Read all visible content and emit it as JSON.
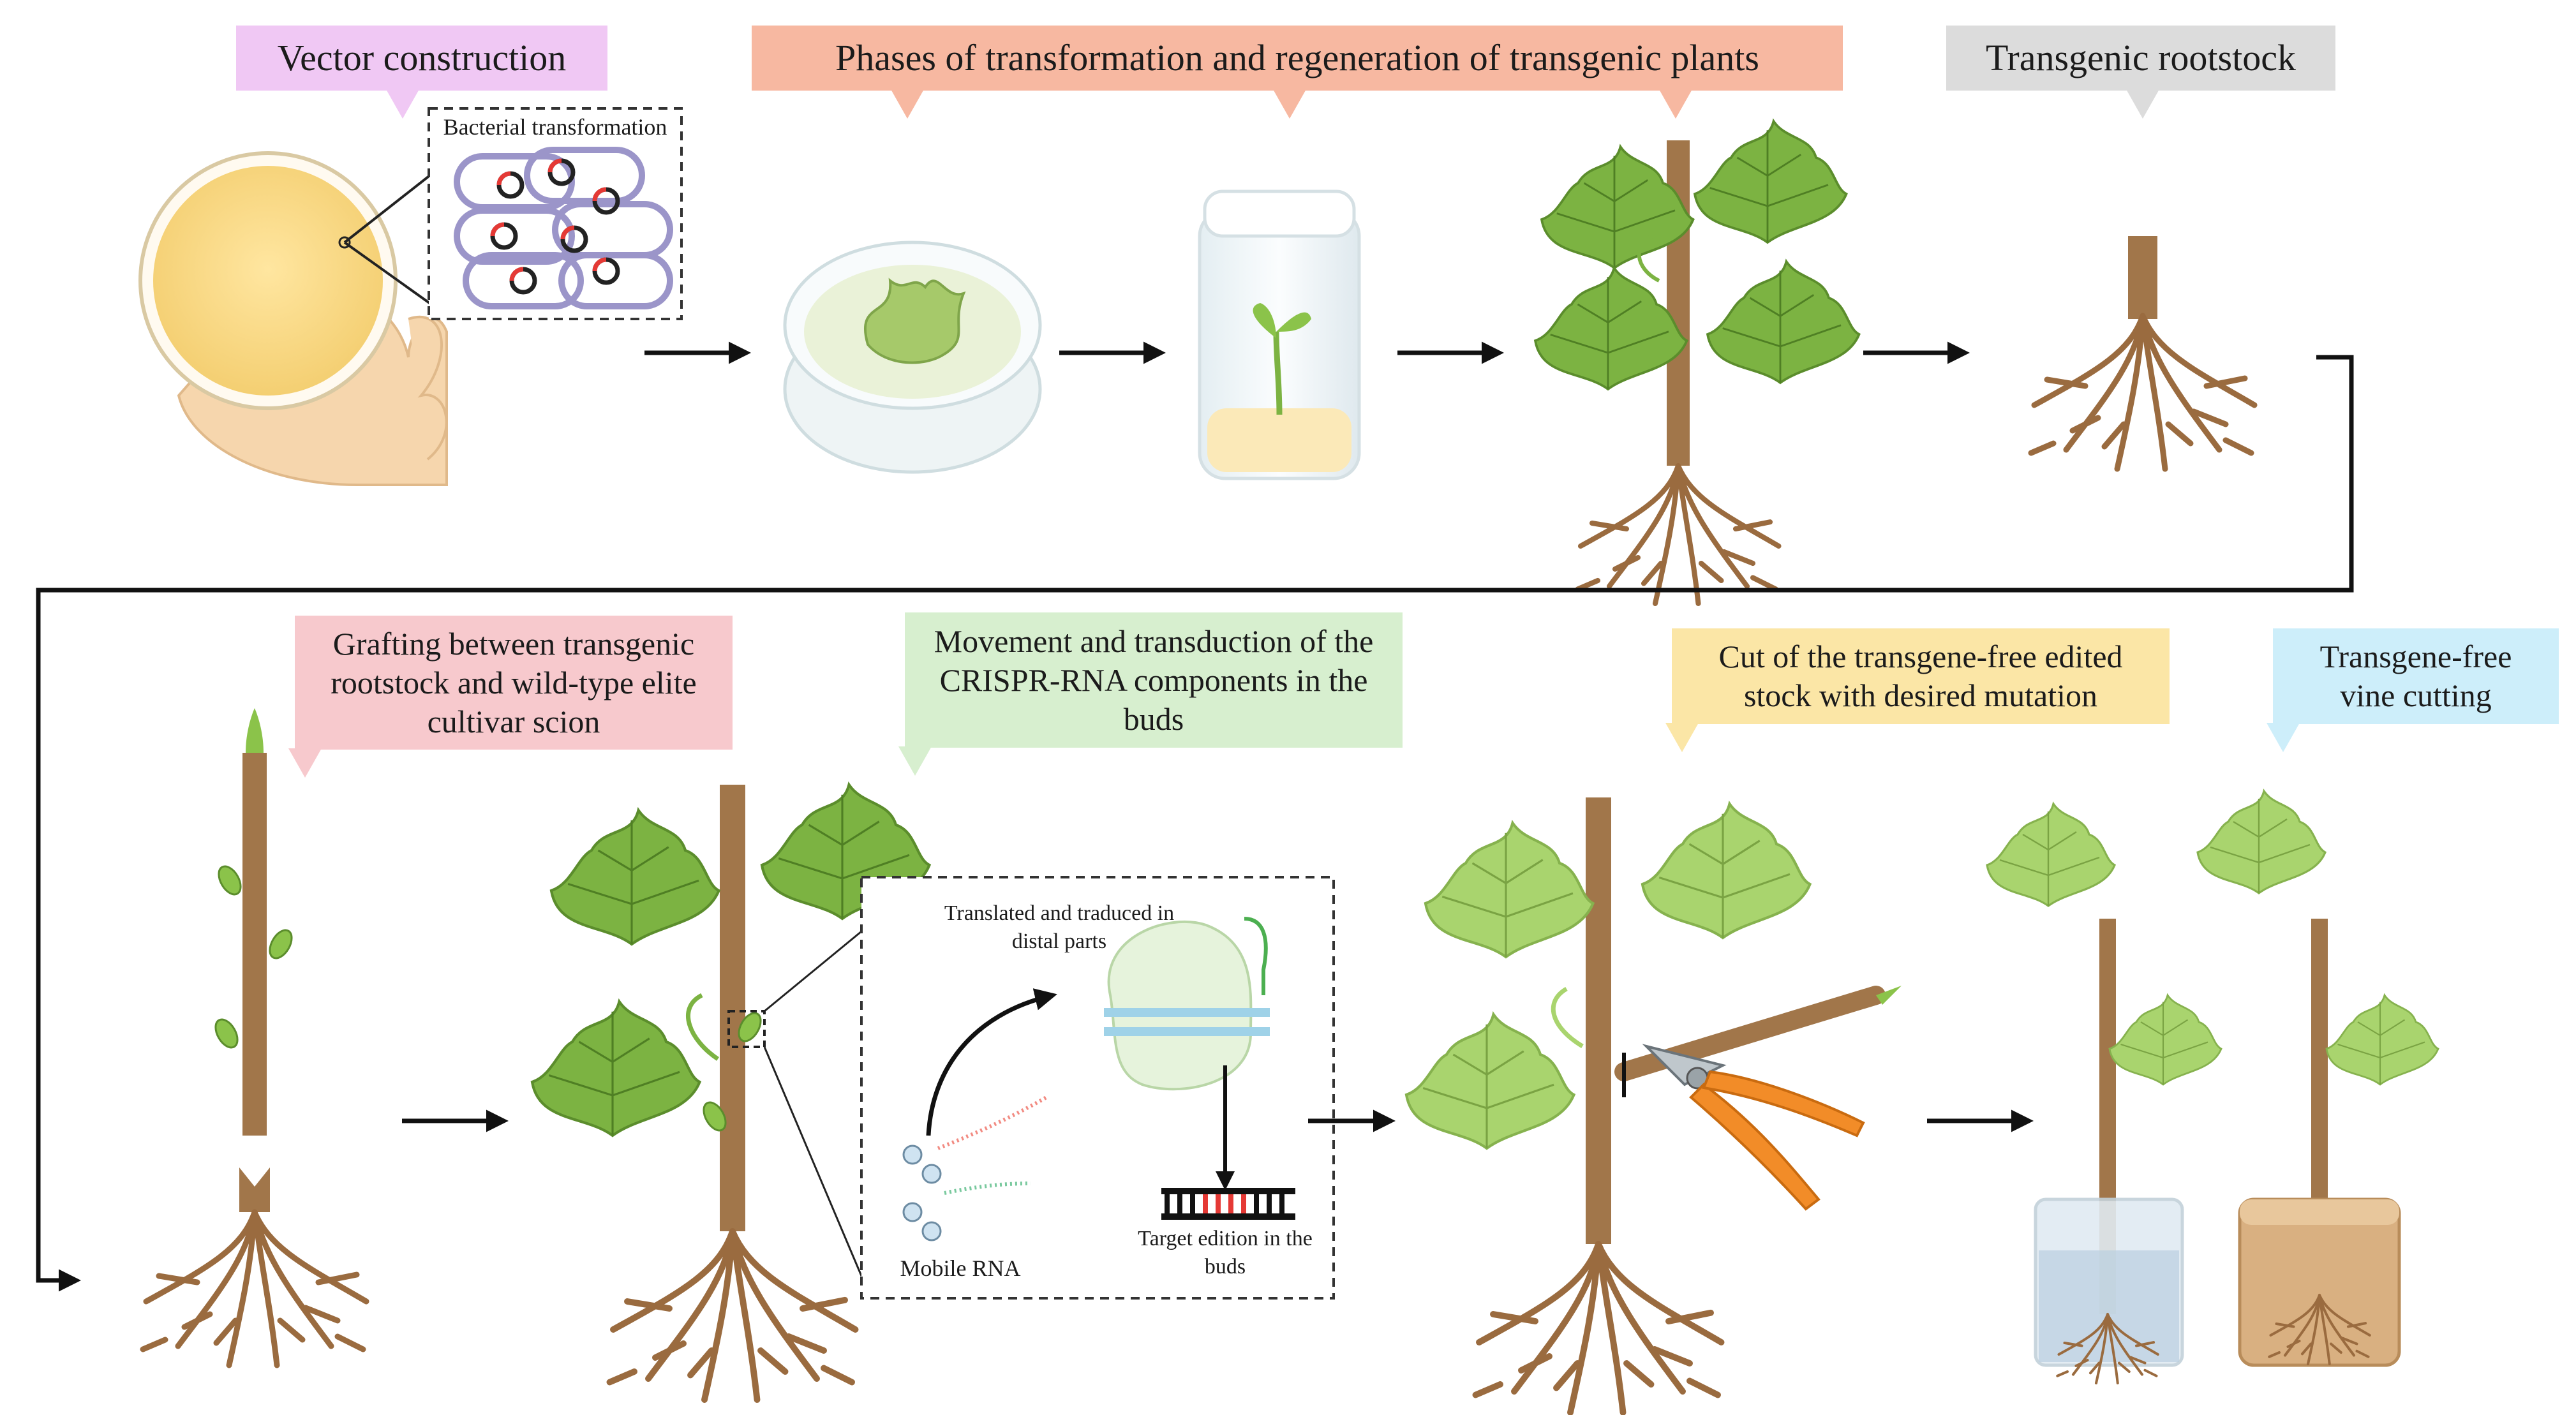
{
  "top_row": {
    "vector_construction": "Vector construction",
    "bacterial_transformation": "Bacterial transformation",
    "phases": "Phases of transformation and regeneration of transgenic plants",
    "transgenic_rootstock": "Transgenic rootstock"
  },
  "bottom_row": {
    "grafting": "Grafting between transgenic rootstock and wild-type elite cultivar scion",
    "movement": "Movement and transduction of the CRISPR-RNA components in the buds",
    "cut": "Cut of the transgene-free edited stock with desired mutation",
    "cutting": "Transgene-free vine cutting"
  },
  "inset": {
    "translated": "Translated and traduced in distal parts",
    "mobile_rna": "Mobile RNA",
    "target_edition": "Target edition in the buds"
  },
  "colors": {
    "violet": "#f0c8f4",
    "salmon": "#f7b8a1",
    "grey": "#dcdcdc",
    "pink": "#f7c9cd",
    "green": "#d7efcf",
    "yellow": "#fbe6a6",
    "cyan": "#cdeefa",
    "leaf": "#7cb342",
    "stem": "#a1764a",
    "root": "#9a6b3f",
    "arrow": "#111111"
  }
}
